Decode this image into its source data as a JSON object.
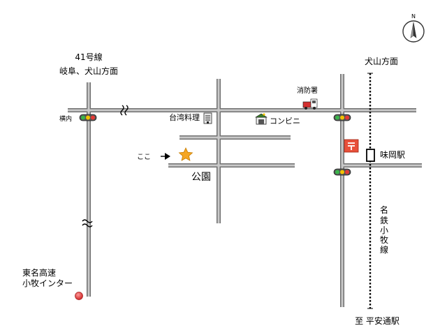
{
  "labels": {
    "route41_line1": "41号線",
    "route41_line2": "岐阜、犬山方面",
    "inuyama_direction": "犬山方面",
    "yokouchi": "横内",
    "fire_station": "消防署",
    "taiwan_restaurant": "台湾料理",
    "convenience_store": "コンビニ",
    "here": "ここ",
    "park": "公園",
    "ajioka_station": "味岡駅",
    "meitetsu_komaki_line": [
      "名",
      "鉄",
      "小",
      "牧",
      "線"
    ],
    "tomei_line1": "東名高速",
    "tomei_line2": "小牧インター",
    "to_heianbashi": "至 平安通駅",
    "compass_n": "N"
  },
  "colors": {
    "road_outline": "#6f6f6f",
    "road_fill": "#c9c9c9",
    "star": "#f5a623",
    "post_office": "#e8503a",
    "signal_red": "#e53935",
    "signal_yellow": "#f2c200",
    "signal_green": "#39b54a",
    "ic_marker": "#e53935"
  },
  "icons": [
    "star-marker-icon",
    "fire-truck-icon",
    "restaurant-building-icon",
    "convenience-store-icon",
    "post-office-icon",
    "station-icon",
    "traffic-signal-icon",
    "interchange-marker-icon",
    "compass-icon",
    "arrow-icon"
  ]
}
